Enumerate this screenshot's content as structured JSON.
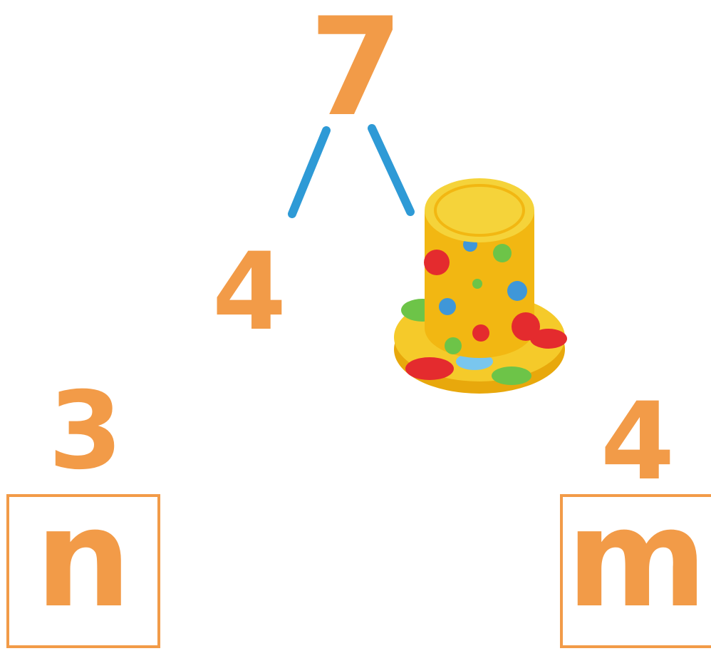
{
  "numbers": {
    "top": "7",
    "left": "4",
    "bottom_left": "3",
    "bottom_right": "4"
  },
  "boxes": {
    "left_letter": "n",
    "right_letter": "m"
  },
  "colors": {
    "number": "#f29b48",
    "line": "#2e9ad6",
    "box_border": "#f29b48",
    "hat_body": "#f2b712",
    "hat_top": "#f5d33a",
    "hat_brim": "#f5ca2a",
    "hat_brim_edge": "#e8a80c",
    "dot_red": "#e42b2e",
    "dot_green": "#6dc448",
    "dot_blue": "#3f97d8",
    "dot_light_blue": "#79c6ee"
  },
  "icons": {
    "hat": "party-top-hat-icon"
  }
}
